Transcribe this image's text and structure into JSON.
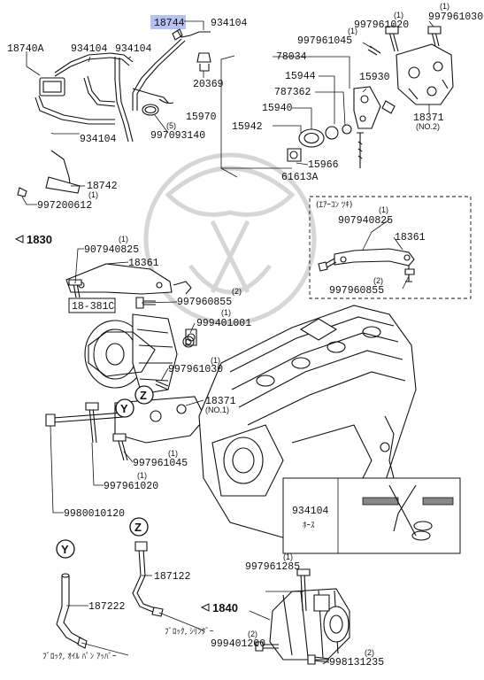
{
  "highlight_color": "#b8bff2",
  "labels": {
    "p18744": "18744",
    "p934104_top": "934104",
    "p18740A": "18740A",
    "p934104_a": "934104",
    "p934104_b": "934104",
    "p934104_c": "934104",
    "p20369": "20369",
    "p997093140": "997093140",
    "p997093140_q": "(5)",
    "p18742": "18742",
    "p18742_q": "(1)",
    "p997200612": "997200612",
    "p78034": "78034",
    "p15944": "15944",
    "p787362": "787362",
    "p15940": "15940",
    "p15970": "15970",
    "p15942": "15942",
    "p15966": "15966",
    "p61613A": "61613A",
    "p15930": "15930",
    "p997961045_t": "997961045",
    "p997961045_t_q": "(1)",
    "p997961020_t": "997961020",
    "p997961020_t_q": "(1)",
    "p997961030_t": "997961030",
    "p997961030_t_q": "(1)",
    "p18371_no2": "18371",
    "p18371_no2_sub": "(NO.2)",
    "aircon_title": "(ｴｱｰｺﾝ ﾂｷ)",
    "p907940825_r": "907940825",
    "p907940825_r_q": "(1)",
    "p18361_r": "18361",
    "p997960855_r": "997960855",
    "p997960855_r_q": "(2)",
    "ref1830_label": "1830",
    "p907940825_l": "907940825",
    "p907940825_l_q": "(1)",
    "p18361_l": "18361",
    "p18381C": "18-381C",
    "p997960855_l": "997960855",
    "p997960855_l_q": "(2)",
    "p999401001": "999401001",
    "p999401001_q": "(1)",
    "p997961030_m": "997961030",
    "p997961030_m_q": "(1)",
    "p18371_no1": "18371",
    "p18371_no1_sub": "(NO.1)",
    "p997961045_m": "997961045",
    "p997961045_m_q": "(1)",
    "p997961020_m": "997961020",
    "p997961020_m_q": "(1)",
    "p9980010120": "9980010120",
    "marker_y": "Y",
    "marker_z": "Z",
    "inset_part": "934104",
    "inset_caption": "ﾎｰｽ",
    "p187122": "187122",
    "p187222": "187222",
    "block_cylinder": "ﾌﾞﾛｯｸ, ｼﾘﾝﾀﾞｰ",
    "block_oilpan": "ﾌﾞﾛｯｸ, ｵｲﾙ ﾊﾟﾝ ｱｯﾊﾟｰ",
    "p997961285": "997961285",
    "p997961285_q": "(1)",
    "ref1840_label": "1840",
    "p999401200": "999401200",
    "p999401200_q": "(2)",
    "p998131235": "998131235",
    "p998131235_q": "(2)"
  }
}
